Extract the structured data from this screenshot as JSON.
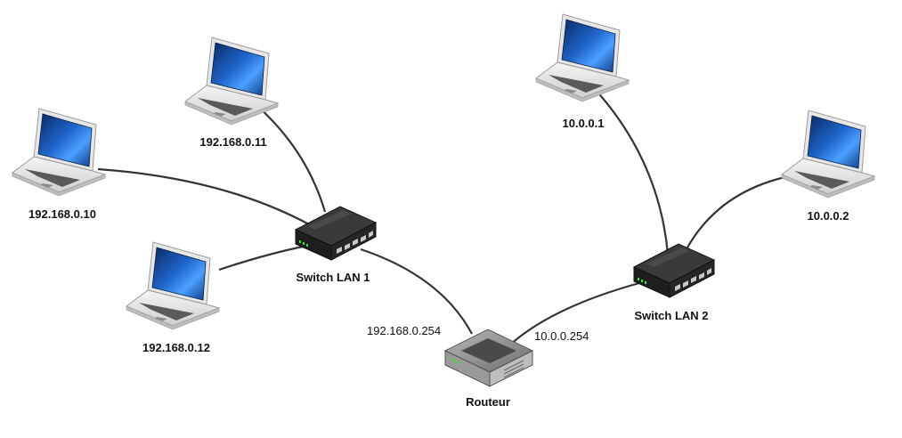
{
  "colors": {
    "cable": "#333333",
    "laptop_body": "#e9e9e9",
    "laptop_edge": "#a8a8a8",
    "screen_dark": "#0a2a63",
    "screen_light": "#3d8ff2",
    "switch_body": "#2a2a2a",
    "router_body": "#8c8c8c",
    "led_green": "#3ee03e"
  },
  "hosts": {
    "pc_10": {
      "label": "192.168.0.10",
      "icon": "laptop-icon"
    },
    "pc_11": {
      "label": "192.168.0.11",
      "icon": "laptop-icon"
    },
    "pc_12": {
      "label": "192.168.0.12",
      "icon": "laptop-icon"
    },
    "pc_1": {
      "label": "10.0.0.1",
      "icon": "laptop-icon"
    },
    "pc_2": {
      "label": "10.0.0.2",
      "icon": "laptop-icon"
    }
  },
  "switches": {
    "lan1": {
      "label": "Switch LAN 1",
      "icon": "network-switch-icon"
    },
    "lan2": {
      "label": "Switch LAN 2",
      "icon": "network-switch-icon"
    }
  },
  "router": {
    "label": "Routeur",
    "icon": "router-icon",
    "iface_lan1": "192.168.0.254",
    "iface_lan2": "10.0.0.254"
  }
}
